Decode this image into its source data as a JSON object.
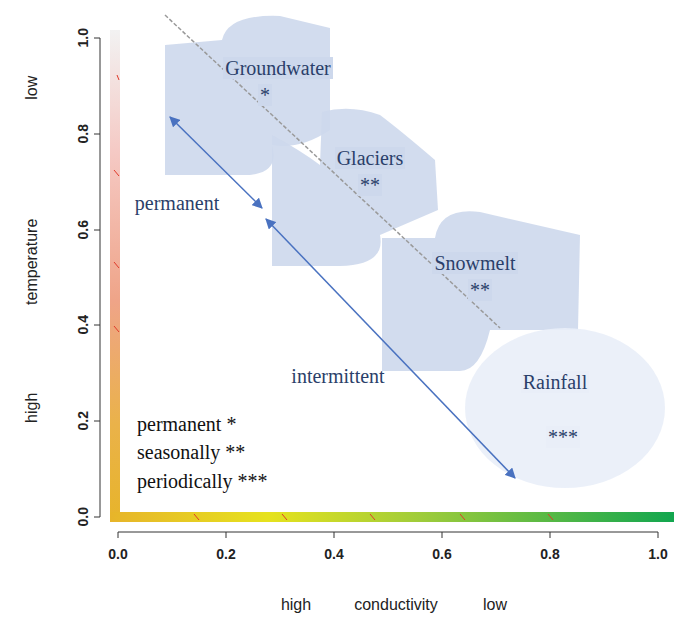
{
  "diagram": {
    "nodes": [
      {
        "text": [
          "Groundwater",
          "*"
        ]
      },
      {
        "text": [
          "Glaciers",
          "**"
        ]
      },
      {
        "text": [
          "Snowmelt",
          "**"
        ]
      },
      {
        "text": [
          "Rainfall",
          "***"
        ]
      }
    ],
    "labels": [
      "low",
      "temperature",
      "high",
      "1.0",
      "0.8",
      "0.6",
      "0.4",
      "0.2",
      "0.0",
      "permanent",
      "intermittent",
      "permanent *",
      "seasonally **",
      "periodically ***",
      "0.0",
      "0.2",
      "0.4",
      "0.6",
      "0.8",
      "1.0",
      "high",
      "conductivity",
      "low"
    ]
  }
}
